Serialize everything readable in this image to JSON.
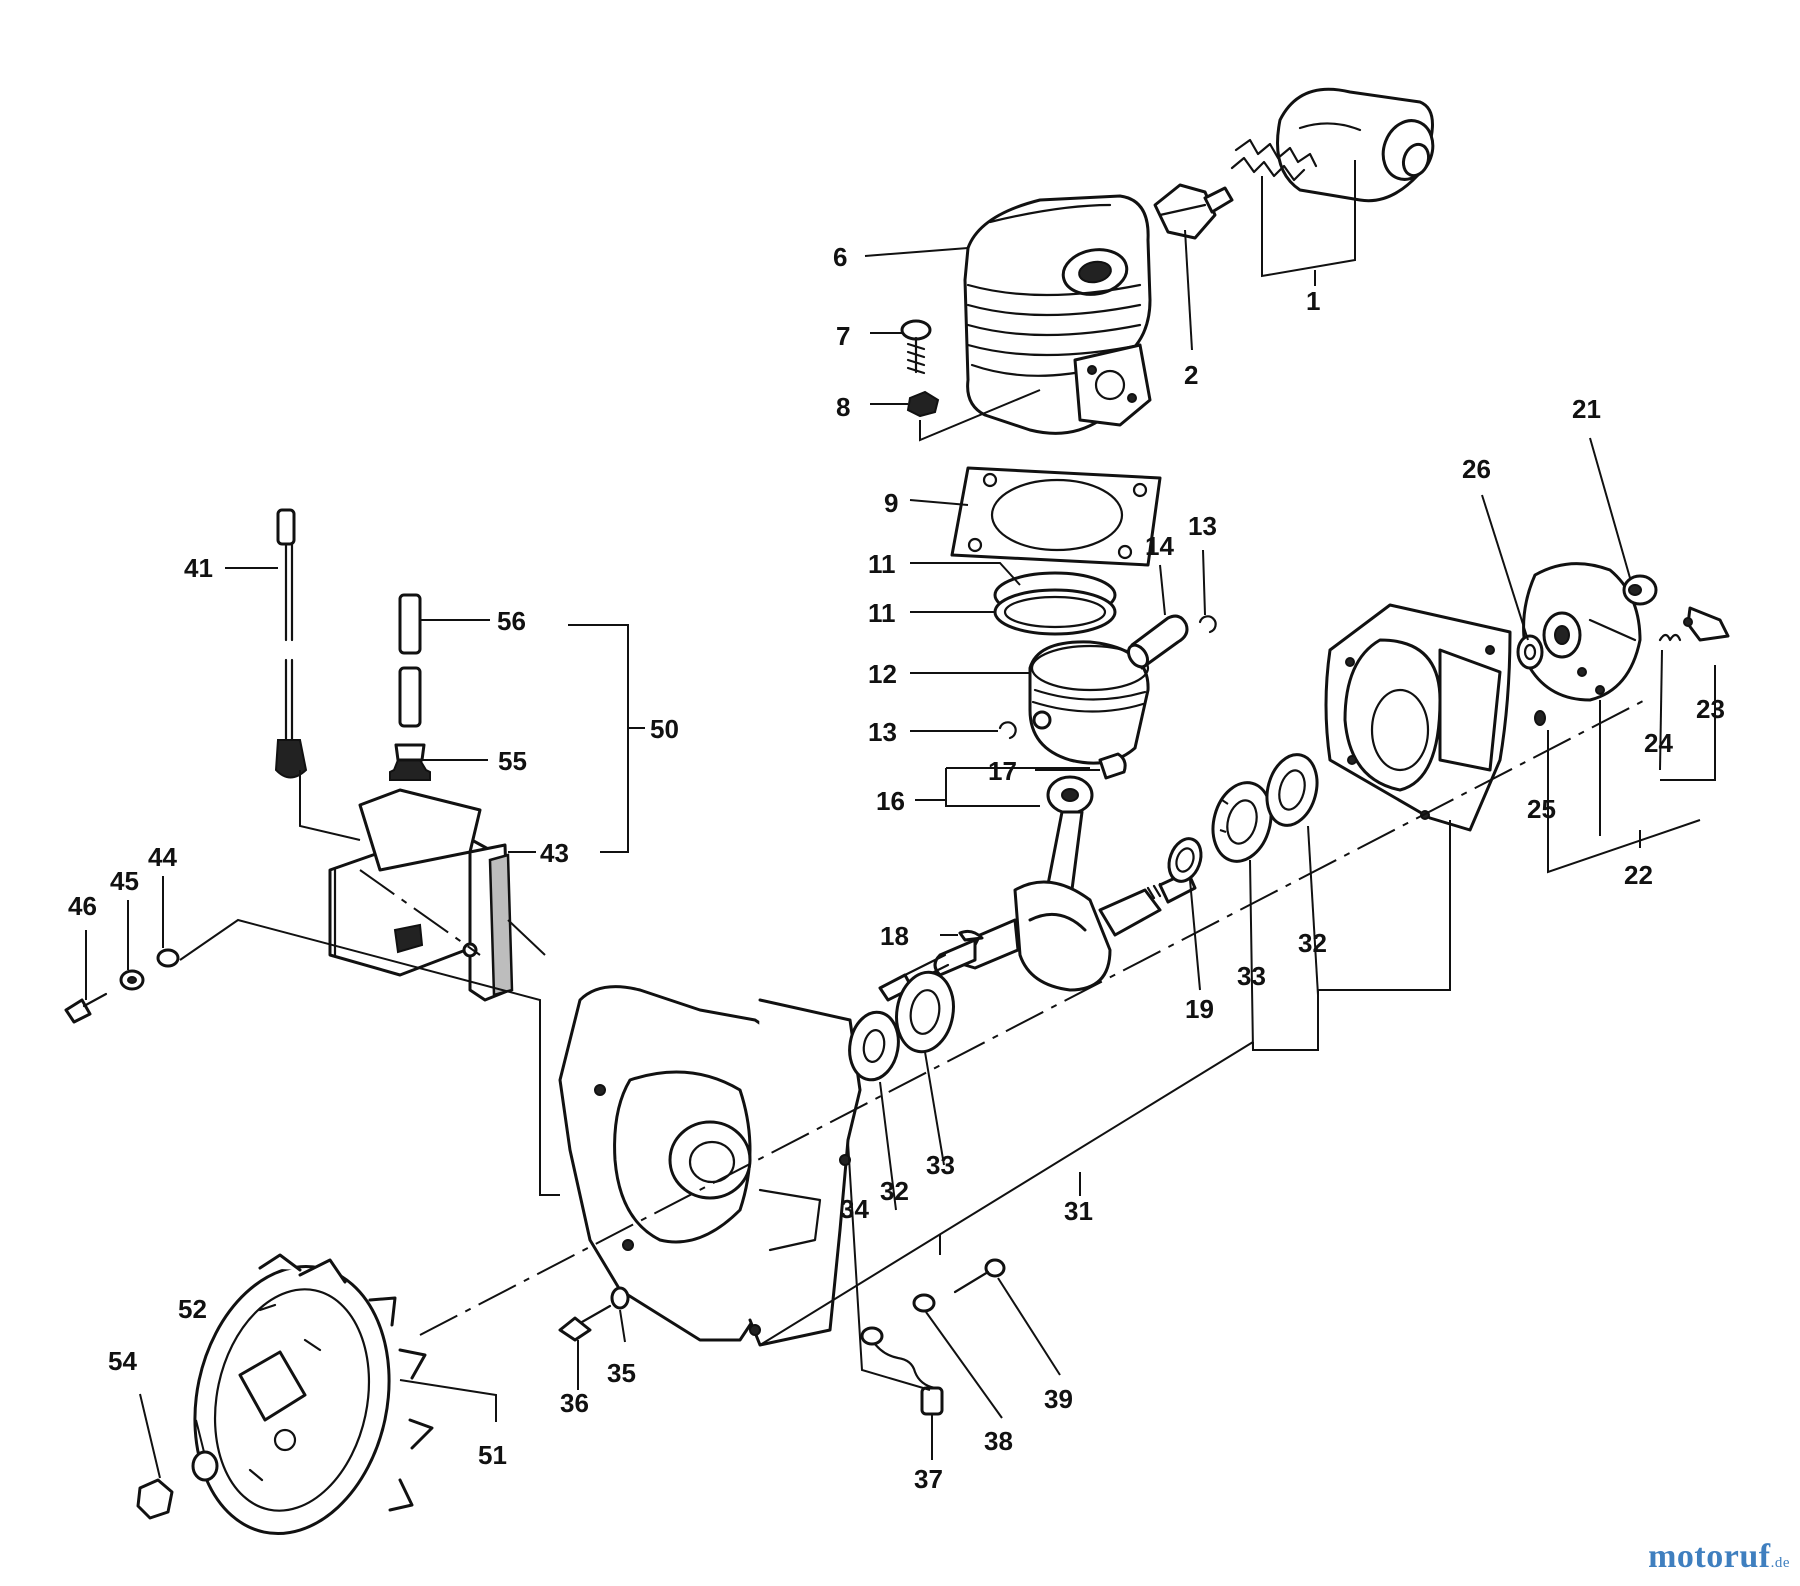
{
  "labels": {
    "l1": "1",
    "l2": "2",
    "l6": "6",
    "l7": "7",
    "l8": "8",
    "l9": "9",
    "l11a": "11",
    "l11b": "11",
    "l12": "12",
    "l13a": "13",
    "l13b": "13",
    "l14": "14",
    "l16": "16",
    "l17": "17",
    "l18": "18",
    "l19": "19",
    "l21": "21",
    "l22": "22",
    "l23": "23",
    "l24": "24",
    "l25": "25",
    "l26": "26",
    "l31": "31",
    "l32a": "32",
    "l32b": "32",
    "l33a": "33",
    "l33b": "33",
    "l34": "34",
    "l35": "35",
    "l36": "36",
    "l37": "37",
    "l38": "38",
    "l39": "39",
    "l41": "41",
    "l43": "43",
    "l44": "44",
    "l45": "45",
    "l46": "46",
    "l50": "50",
    "l51": "51",
    "l52": "52",
    "l54": "54",
    "l55": "55",
    "l56": "56"
  },
  "watermark": {
    "main": "motoruf",
    "suffix": ".de",
    "color": "#3f7fbf"
  }
}
